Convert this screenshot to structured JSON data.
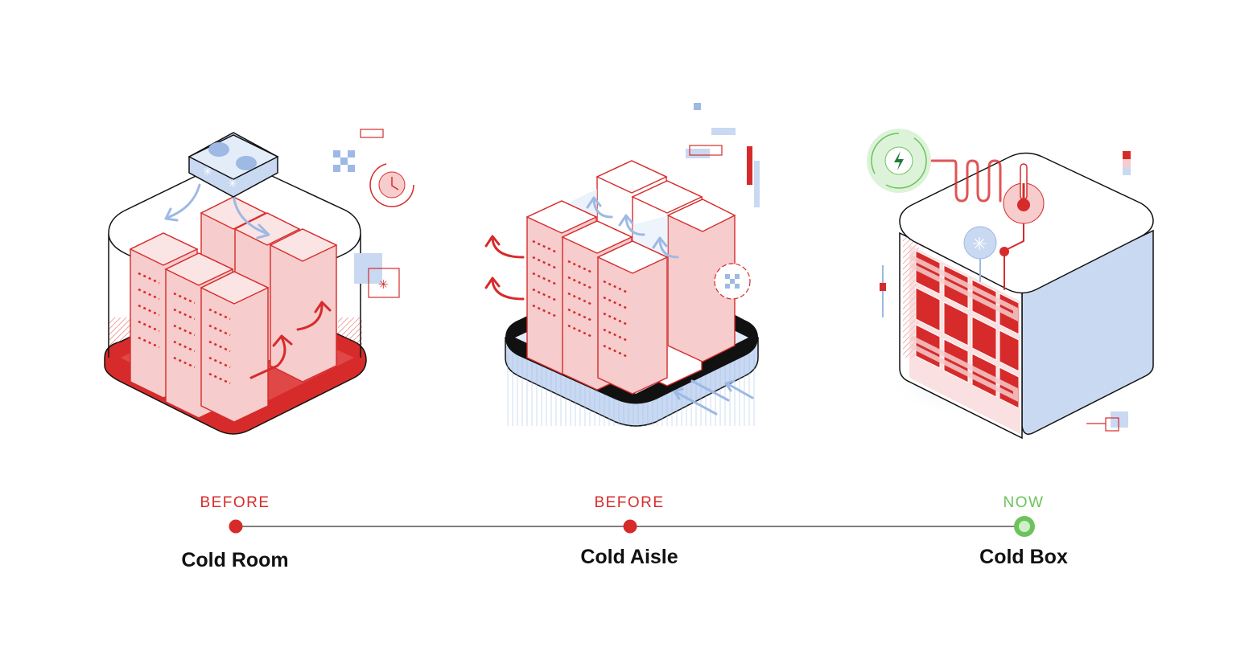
{
  "palette": {
    "red": "#d72b2b",
    "light_red": "#f6cccc",
    "pale_red": "#fbe4e4",
    "blue": "#9db9e4",
    "light_blue": "#c9d9f2",
    "pale_blue": "#e3ecf9",
    "green": "#6cc35c",
    "light_green": "#cfeec9",
    "ink": "#111111"
  },
  "icons": {
    "cold_room": [
      "cooling-unit-icon",
      "clock-icon",
      "snowflake-icon"
    ],
    "cold_aisle": [
      "gear-icon"
    ],
    "cold_box": [
      "energy-recycle-icon",
      "thermometer-icon",
      "snowflake-icon"
    ]
  },
  "timeline": {
    "stages": [
      {
        "status": "BEFORE",
        "status_color": "#d72b2b",
        "name": "Cold Room"
      },
      {
        "status": "BEFORE",
        "status_color": "#d72b2b",
        "name": "Cold Aisle"
      },
      {
        "status": "NOW",
        "status_color": "#6cc35c",
        "name": "Cold Box"
      }
    ]
  }
}
